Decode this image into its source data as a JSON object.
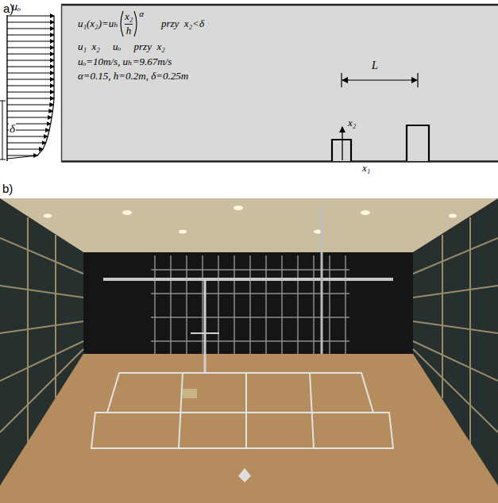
{
  "diagram": {
    "nodes": [
      {
        "text": [
          "u₁(x₂)=uₕ",
          "x₂",
          "h",
          "α",
          "przy  x₂<δ",
          "u₁  x₂     uₒ     przy  x₂",
          "uₒ=10m/s, uₕ=9.67m/s",
          "α=0.15, h=0.2m, δ=0.25m",
          "L",
          "x₂",
          "x₁"
        ]
      }
    ],
    "labels": [
      "a)",
      "uₒ",
      "δ",
      "b)"
    ]
  }
}
